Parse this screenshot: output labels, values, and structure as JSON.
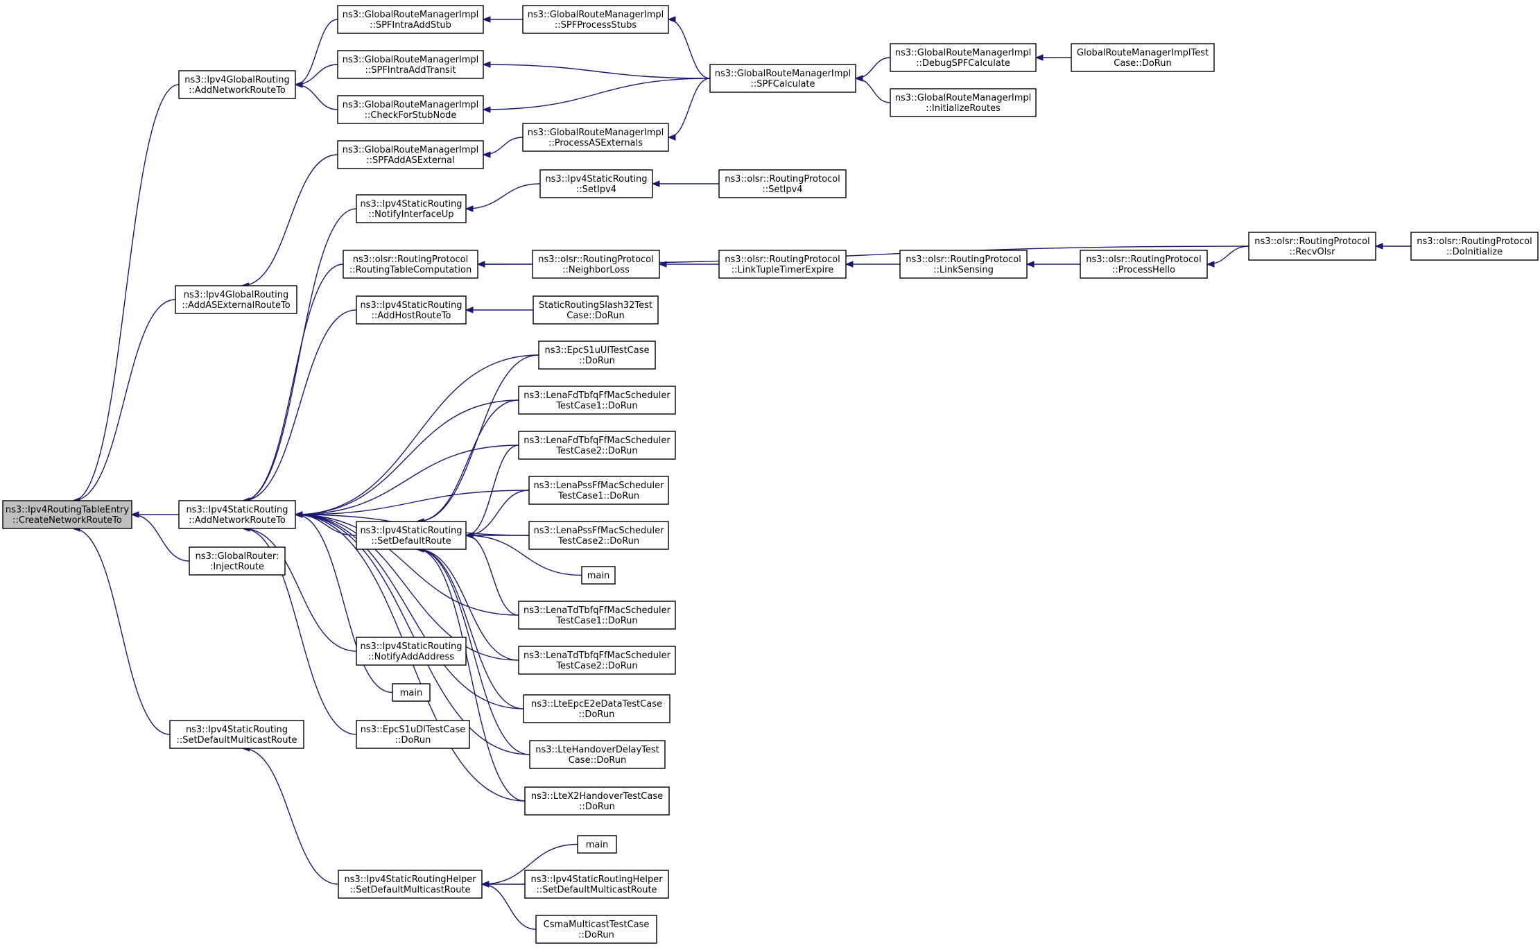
{
  "diagram": {
    "kind": "caller-graph",
    "colors": {
      "edge": "#191970",
      "root_fill": "#bfbfbf",
      "node_fill": "#ffffff"
    },
    "nodes": [
      {
        "id": "root",
        "lines": [
          "ns3::Ipv4RoutingTableEntry",
          "::CreateNetworkRouteTo"
        ],
        "root": true
      },
      {
        "id": "ipv4gr_addnet",
        "lines": [
          "ns3::Ipv4GlobalRouting",
          "::AddNetworkRouteTo"
        ]
      },
      {
        "id": "ipv4gr_addas",
        "lines": [
          "ns3::Ipv4GlobalRouting",
          "::AddASExternalRouteTo"
        ]
      },
      {
        "id": "ipv4sr_addnet",
        "lines": [
          "ns3::Ipv4StaticRouting",
          "::AddNetworkRouteTo"
        ]
      },
      {
        "id": "gr_inject",
        "lines": [
          "ns3::GlobalRouter:",
          ":InjectRoute"
        ]
      },
      {
        "id": "ipv4sr_setdefmc",
        "lines": [
          "ns3::Ipv4StaticRouting",
          "::SetDefaultMulticastRoute"
        ]
      },
      {
        "id": "grm_intrastub",
        "lines": [
          "ns3::GlobalRouteManagerImpl",
          "::SPFIntraAddStub"
        ]
      },
      {
        "id": "grm_intratransit",
        "lines": [
          "ns3::GlobalRouteManagerImpl",
          "::SPFIntraAddTransit"
        ]
      },
      {
        "id": "grm_checkstub",
        "lines": [
          "ns3::GlobalRouteManagerImpl",
          "::CheckForStubNode"
        ]
      },
      {
        "id": "grm_addasext",
        "lines": [
          "ns3::GlobalRouteManagerImpl",
          "::SPFAddASExternal"
        ]
      },
      {
        "id": "grm_processstubs",
        "lines": [
          "ns3::GlobalRouteManagerImpl",
          "::SPFProcessStubs"
        ]
      },
      {
        "id": "grm_processas",
        "lines": [
          "ns3::GlobalRouteManagerImpl",
          "::ProcessASExternals"
        ]
      },
      {
        "id": "grm_spfcalc",
        "lines": [
          "ns3::GlobalRouteManagerImpl",
          "::SPFCalculate"
        ]
      },
      {
        "id": "grm_debugspf",
        "lines": [
          "ns3::GlobalRouteManagerImpl",
          "::DebugSPFCalculate"
        ]
      },
      {
        "id": "grm_initroutes",
        "lines": [
          "ns3::GlobalRouteManagerImpl",
          "::InitializeRoutes"
        ]
      },
      {
        "id": "grm_test",
        "lines": [
          "GlobalRouteManagerImplTest",
          "Case::DoRun"
        ]
      },
      {
        "id": "sr_notifyup",
        "lines": [
          "ns3::Ipv4StaticRouting",
          "::NotifyInterfaceUp"
        ]
      },
      {
        "id": "sr_setipv4",
        "lines": [
          "ns3::Ipv4StaticRouting",
          "::SetIpv4"
        ]
      },
      {
        "id": "olsr_setipv4",
        "lines": [
          "ns3::olsr::RoutingProtocol",
          "::SetIpv4"
        ]
      },
      {
        "id": "olsr_rtcomp",
        "lines": [
          "ns3::olsr::RoutingProtocol",
          "::RoutingTableComputation"
        ]
      },
      {
        "id": "olsr_nloss",
        "lines": [
          "ns3::olsr::RoutingProtocol",
          "::NeighborLoss"
        ]
      },
      {
        "id": "olsr_linktuple",
        "lines": [
          "ns3::olsr::RoutingProtocol",
          "::LinkTupleTimerExpire"
        ]
      },
      {
        "id": "olsr_linksensing",
        "lines": [
          "ns3::olsr::RoutingProtocol",
          "::LinkSensing"
        ]
      },
      {
        "id": "olsr_processhello",
        "lines": [
          "ns3::olsr::RoutingProtocol",
          "::ProcessHello"
        ]
      },
      {
        "id": "olsr_recv",
        "lines": [
          "ns3::olsr::RoutingProtocol",
          "::RecvOlsr"
        ]
      },
      {
        "id": "olsr_doinit",
        "lines": [
          "ns3::olsr::RoutingProtocol",
          "::DoInitialize"
        ]
      },
      {
        "id": "sr_addhost",
        "lines": [
          "ns3::Ipv4StaticRouting",
          "::AddHostRouteTo"
        ]
      },
      {
        "id": "slash32",
        "lines": [
          "StaticRoutingSlash32Test",
          "Case::DoRun"
        ]
      },
      {
        "id": "epcs1uul",
        "lines": [
          "ns3::EpcS1uUlTestCase",
          "::DoRun"
        ]
      },
      {
        "id": "lenafd1",
        "lines": [
          "ns3::LenaFdTbfqFfMacScheduler",
          "TestCase1::DoRun"
        ]
      },
      {
        "id": "lenafd2",
        "lines": [
          "ns3::LenaFdTbfqFfMacScheduler",
          "TestCase2::DoRun"
        ]
      },
      {
        "id": "lenapss1",
        "lines": [
          "ns3::LenaPssFfMacScheduler",
          "TestCase1::DoRun"
        ]
      },
      {
        "id": "lenapss2",
        "lines": [
          "ns3::LenaPssFfMacScheduler",
          "TestCase2::DoRun"
        ]
      },
      {
        "id": "sr_setdef",
        "lines": [
          "ns3::Ipv4StaticRouting",
          "::SetDefaultRoute"
        ]
      },
      {
        "id": "main1",
        "lines": [
          "main"
        ]
      },
      {
        "id": "lenatd1",
        "lines": [
          "ns3::LenaTdTbfqFfMacScheduler",
          "TestCase1::DoRun"
        ]
      },
      {
        "id": "lenatd2",
        "lines": [
          "ns3::LenaTdTbfqFfMacScheduler",
          "TestCase2::DoRun"
        ]
      },
      {
        "id": "sr_notifyaddr",
        "lines": [
          "ns3::Ipv4StaticRouting",
          "::NotifyAddAddress"
        ]
      },
      {
        "id": "main2",
        "lines": [
          "main"
        ]
      },
      {
        "id": "lteepce2e",
        "lines": [
          "ns3::LteEpcE2eDataTestCase",
          "::DoRun"
        ]
      },
      {
        "id": "epcs1udl",
        "lines": [
          "ns3::EpcS1uDlTestCase",
          "::DoRun"
        ]
      },
      {
        "id": "ltehandover",
        "lines": [
          "ns3::LteHandoverDelayTest",
          "Case::DoRun"
        ]
      },
      {
        "id": "ltex2",
        "lines": [
          "ns3::LteX2HandoverTestCase",
          "::DoRun"
        ]
      },
      {
        "id": "main3",
        "lines": [
          "main"
        ]
      },
      {
        "id": "srh_setdefmc",
        "lines": [
          "ns3::Ipv4StaticRoutingHelper",
          "::SetDefaultMulticastRoute"
        ]
      },
      {
        "id": "srh_setdefmc2",
        "lines": [
          "ns3::Ipv4StaticRoutingHelper",
          "::SetDefaultMulticastRoute"
        ]
      },
      {
        "id": "csma",
        "lines": [
          "CsmaMulticastTestCase",
          "::DoRun"
        ]
      }
    ]
  }
}
